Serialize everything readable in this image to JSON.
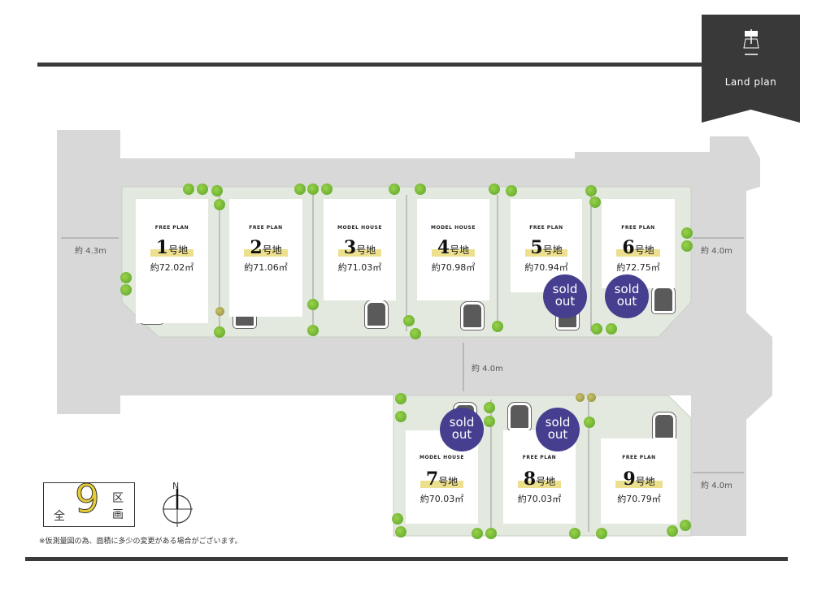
{
  "badge": {
    "icon": "land-sign-icon",
    "label": "Land plan"
  },
  "distances": {
    "west": "約 4.3m",
    "east_top": "約 4.0m",
    "middle": "約 4.0m",
    "east_bottom": "約 4.0m"
  },
  "lots": [
    {
      "tag": "FREE PLAN",
      "number": "1",
      "suffix": "号地",
      "area": "約72.02㎡",
      "sold": false
    },
    {
      "tag": "FREE PLAN",
      "number": "2",
      "suffix": "号地",
      "area": "約71.06㎡",
      "sold": false
    },
    {
      "tag": "MODEL HOUSE",
      "number": "3",
      "suffix": "号地",
      "area": "約71.03㎡",
      "sold": false
    },
    {
      "tag": "MODEL HOUSE",
      "number": "4",
      "suffix": "号地",
      "area": "約70.98㎡",
      "sold": false
    },
    {
      "tag": "FREE PLAN",
      "number": "5",
      "suffix": "号地",
      "area": "約70.94㎡",
      "sold": true
    },
    {
      "tag": "FREE PLAN",
      "number": "6",
      "suffix": "号地",
      "area": "約72.75㎡",
      "sold": true
    },
    {
      "tag": "MODEL HOUSE",
      "number": "7",
      "suffix": "号地",
      "area": "約70.03㎡",
      "sold": true
    },
    {
      "tag": "FREE PLAN",
      "number": "8",
      "suffix": "号地",
      "area": "約70.03㎡",
      "sold": true
    },
    {
      "tag": "FREE PLAN",
      "number": "9",
      "suffix": "号地",
      "area": "約70.79㎡",
      "sold": false
    }
  ],
  "sold_label": {
    "line1": "sold",
    "line2": "out"
  },
  "summary": {
    "prefix": "全",
    "count": "9",
    "suffix1": "区",
    "suffix2": "画"
  },
  "compass": {
    "label": "N"
  },
  "note": "※仮測量図の為、面積に多少の変更がある場合がございます。",
  "colors": {
    "road": "#d8d8d8",
    "block": "#e3e9df",
    "highlight": "#ece08f",
    "sold": "#463f8f",
    "dark": "#3a3a3a"
  }
}
